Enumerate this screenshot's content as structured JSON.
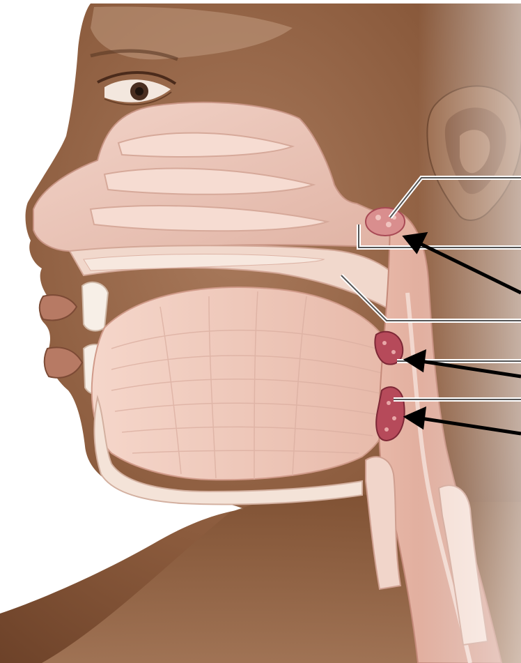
{
  "figure": {
    "subject": "head-and-neck-sagittal-section",
    "background_color": "#ffffff",
    "skin_color": "#8a5a3c",
    "tissue_color": "#e9c2b5",
    "gland_color": "#b64a5a",
    "leader_color": "#555555",
    "arrow_color": "#000000"
  },
  "labels": [
    {
      "id": "label-1",
      "text": ""
    },
    {
      "id": "label-2",
      "text": ""
    },
    {
      "id": "label-3",
      "text": ""
    },
    {
      "id": "label-4",
      "text": ""
    },
    {
      "id": "label-5",
      "text": ""
    },
    {
      "id": "label-6",
      "text": ""
    }
  ]
}
